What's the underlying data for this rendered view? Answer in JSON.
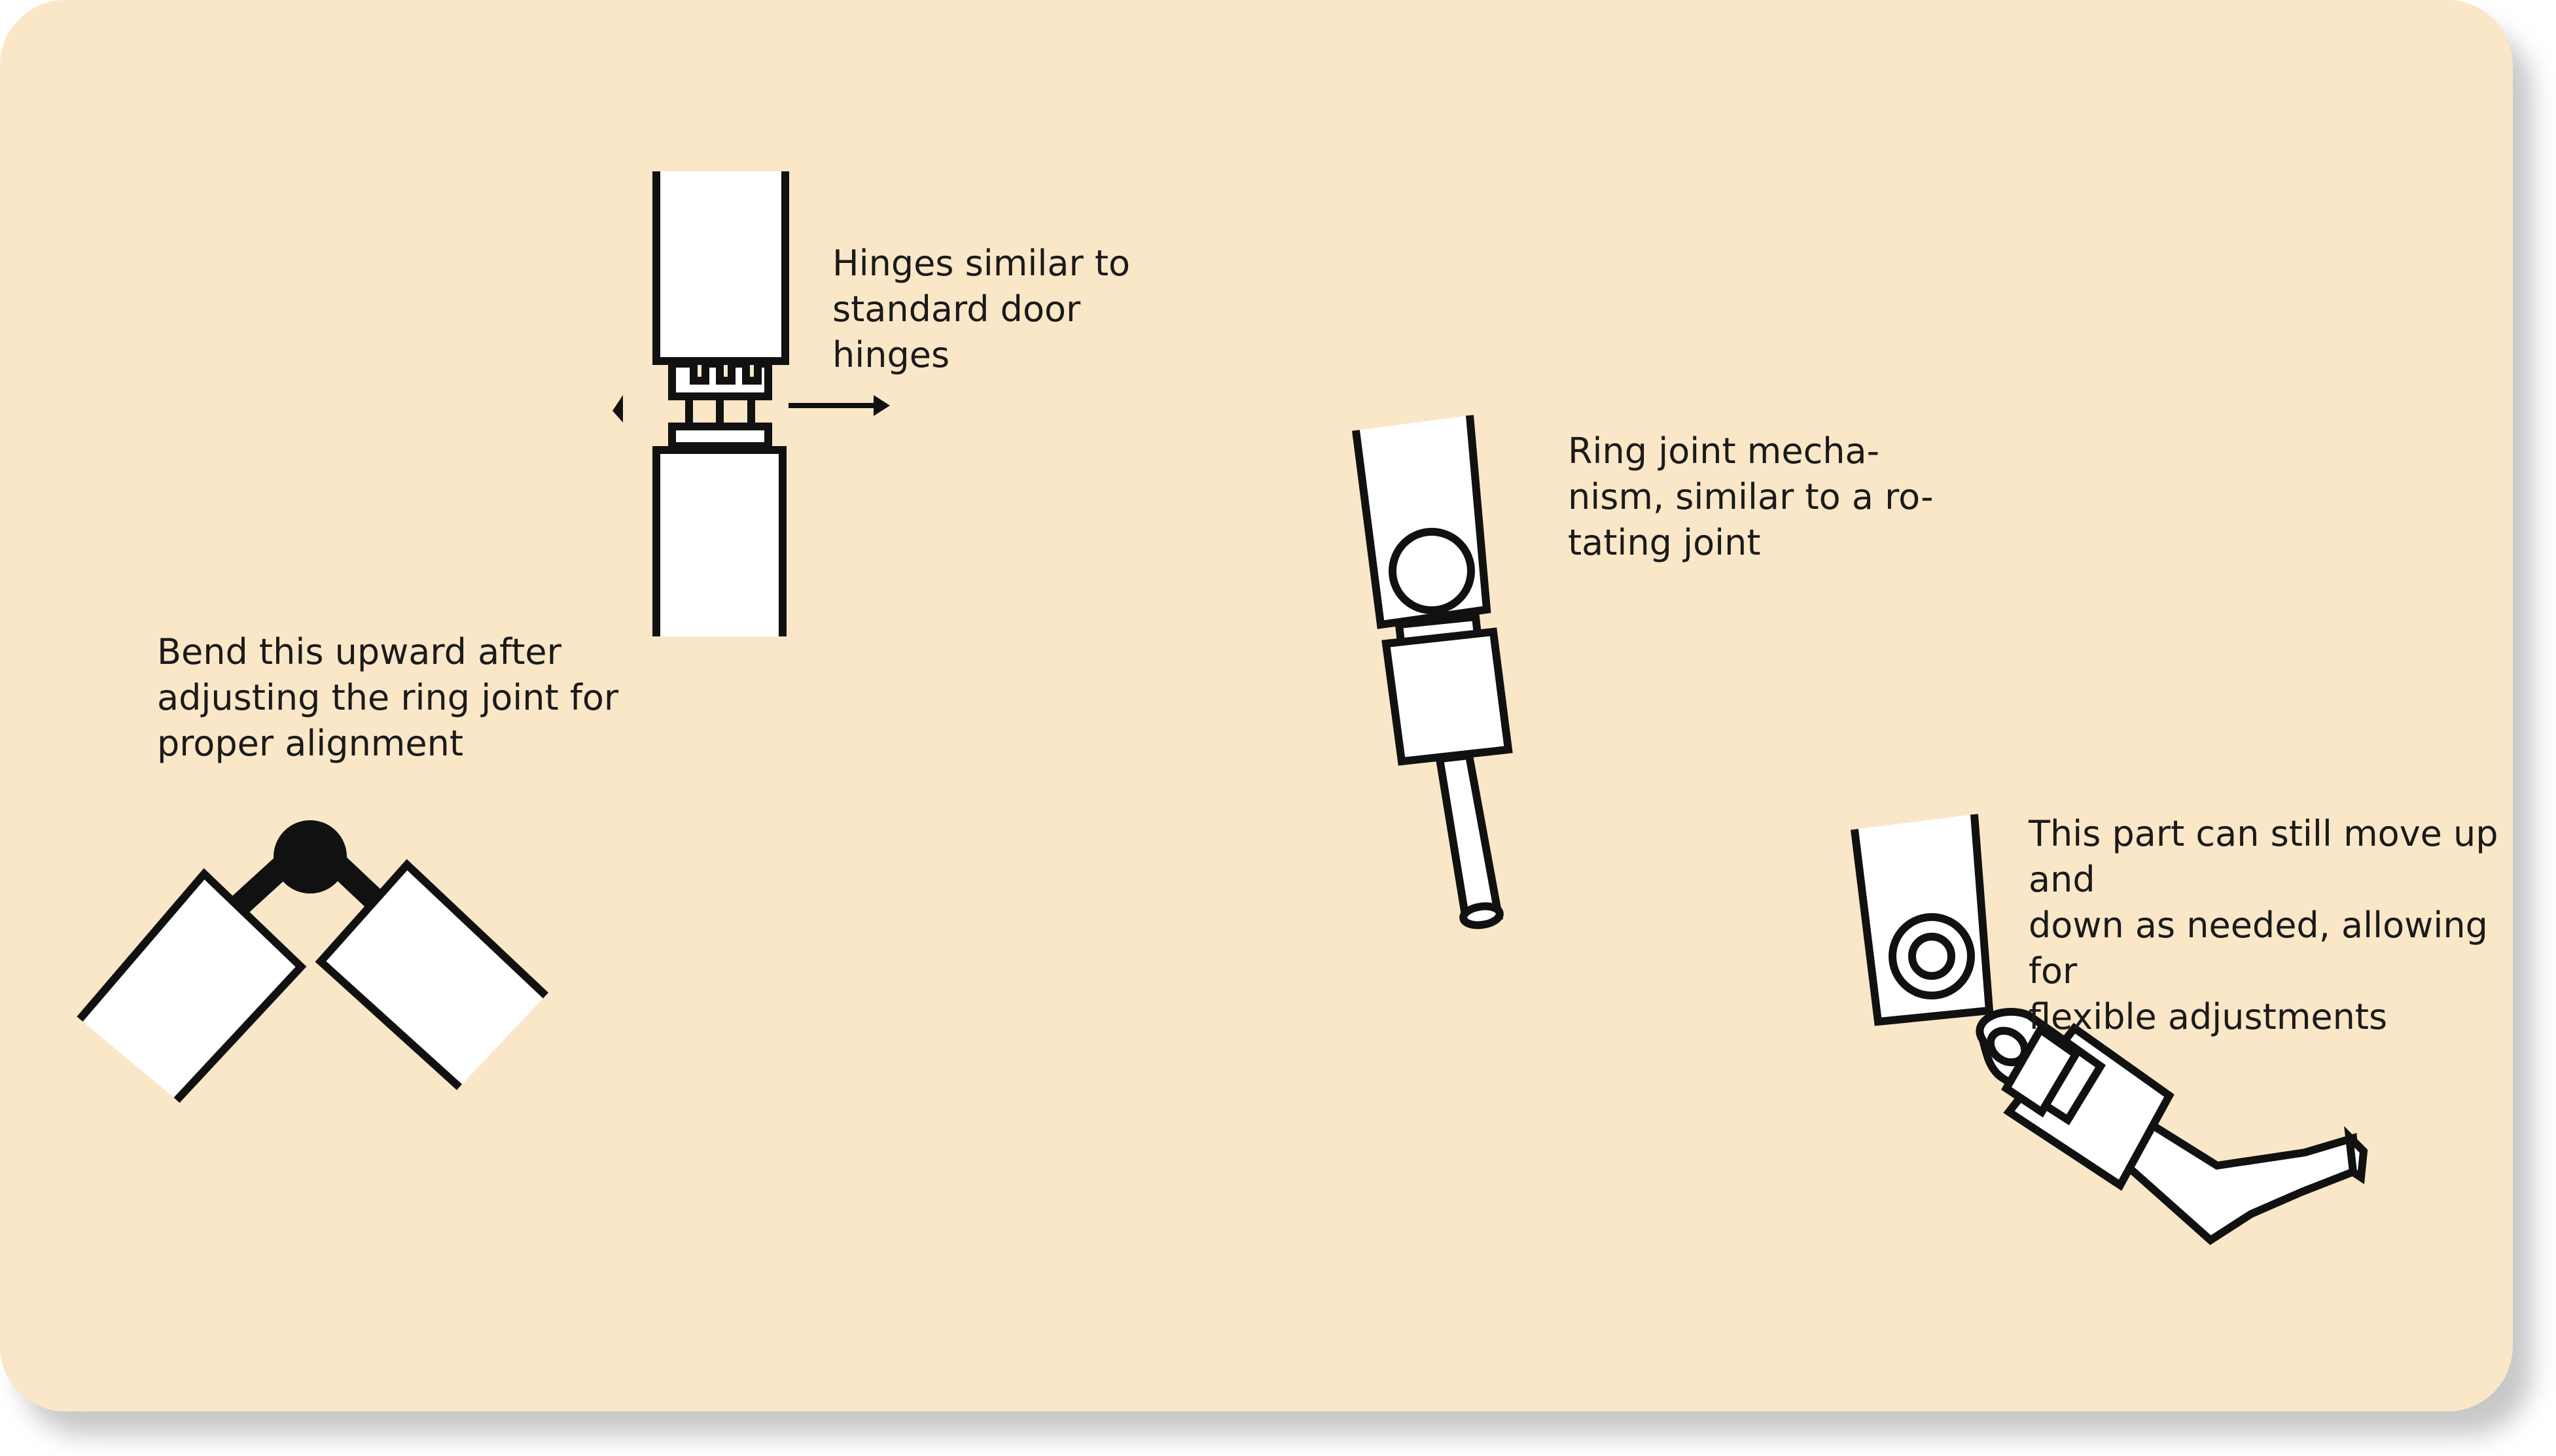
{
  "captions": {
    "hinge": "Hinges similar to\nstandard door\nhinges",
    "ring": "Ring joint mecha-\nnism, similar to a ro-\ntating joint",
    "bend": "Bend this upward after\nadjusting the ring joint for\nproper alignment",
    "move": "This part can still move up and\ndown as needed, allowing for\nflexible adjustments"
  },
  "colors": {
    "background": "#f9e7c7",
    "stroke": "#111111",
    "fill": "#ffffff"
  }
}
